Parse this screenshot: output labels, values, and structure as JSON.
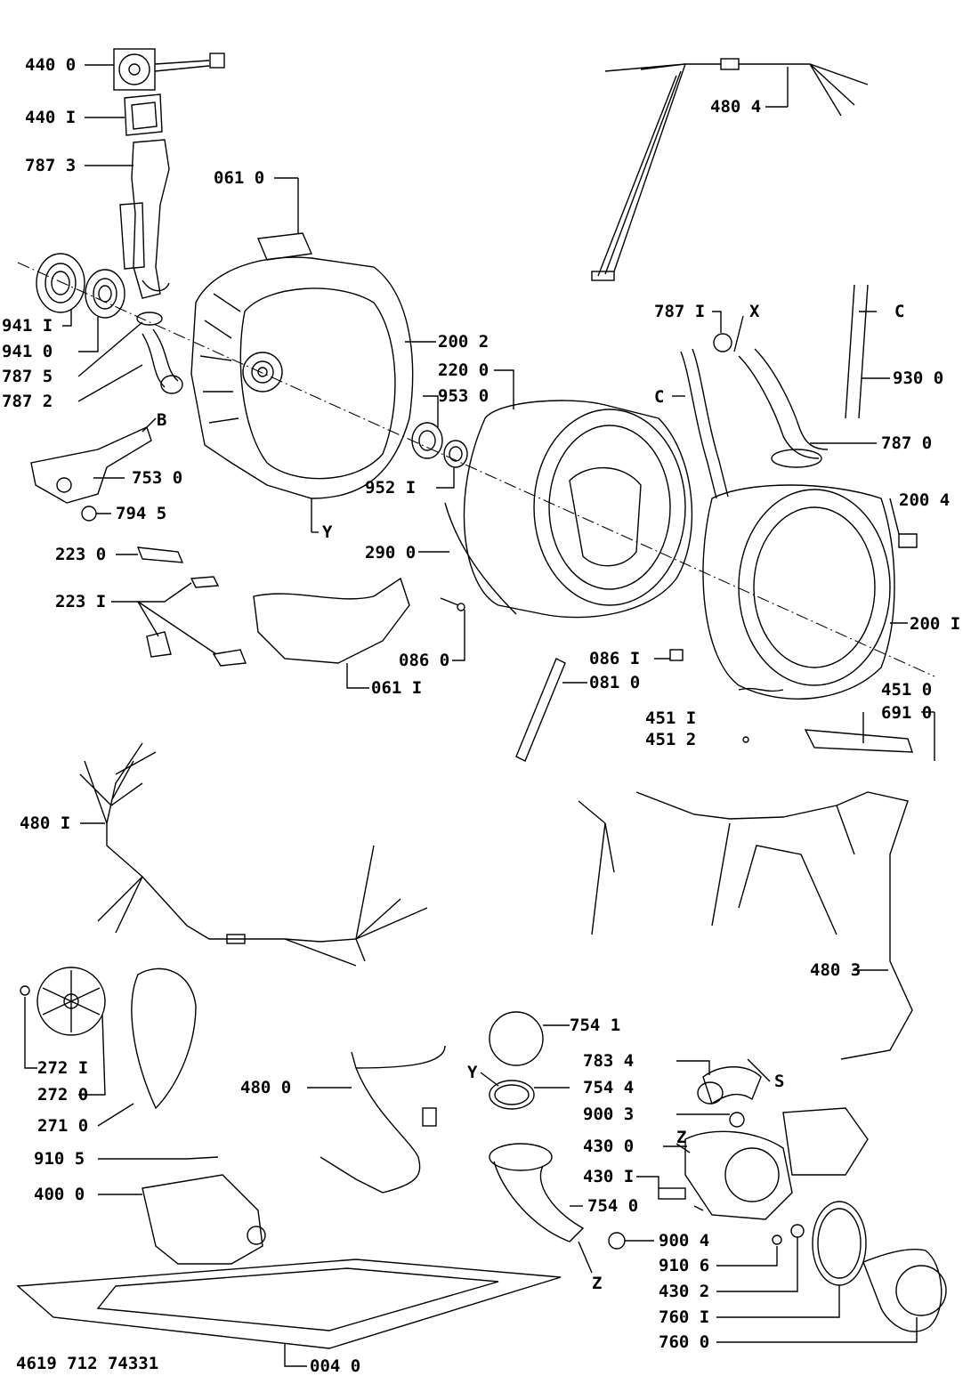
{
  "drawing_number": "4619 712 74331",
  "labels": {
    "p4400": "440 0",
    "p4401": "440 I",
    "p7873": "787 3",
    "p0610": "061 0",
    "p4804": "480 4",
    "p9411": "941 I",
    "p9410": "941 0",
    "p7875": "787 5",
    "p7872": "787 2",
    "p2002": "200 2",
    "p2200": "220 0",
    "p9530": "953 0",
    "p7871": "787 I",
    "callout_x": "X",
    "callout_c1": "C",
    "p9300": "930 0",
    "callout_c2": "C",
    "p7870": "787 0",
    "callout_b": "B",
    "p7530": "753 0",
    "p9521": "952 I",
    "p7945": "794 5",
    "callout_y1": "Y",
    "p2004": "200 4",
    "p2230": "223 0",
    "p2900": "290 0",
    "p2231": "223 I",
    "p2001": "200 I",
    "p0860": "086 0",
    "p0861": "086 I",
    "p0810": "081 0",
    "p0611": "061 I",
    "p4510": "451 0",
    "p6910": "691 0",
    "p4511": "451 I",
    "p4512": "451 2",
    "p4801": "480 I",
    "p4803": "480 3",
    "p2721": "272 I",
    "p2720": "272 0",
    "p2710": "271 0",
    "p7541": "754 1",
    "p7834": "783 4",
    "callout_s": "S",
    "callout_y2": "Y",
    "p4800": "480 0",
    "p7544": "754 4",
    "p9003": "900 3",
    "callout_z1": "Z",
    "p4300": "430 0",
    "p4301": "430 I",
    "p9105": "910 5",
    "p4000": "400 0",
    "p7540": "754 0",
    "p9004": "900 4",
    "p9106": "910 6",
    "callout_z2": "Z",
    "p4302": "430 2",
    "p7601": "760 I",
    "p7600": "760 0",
    "p0040": "004 0"
  }
}
